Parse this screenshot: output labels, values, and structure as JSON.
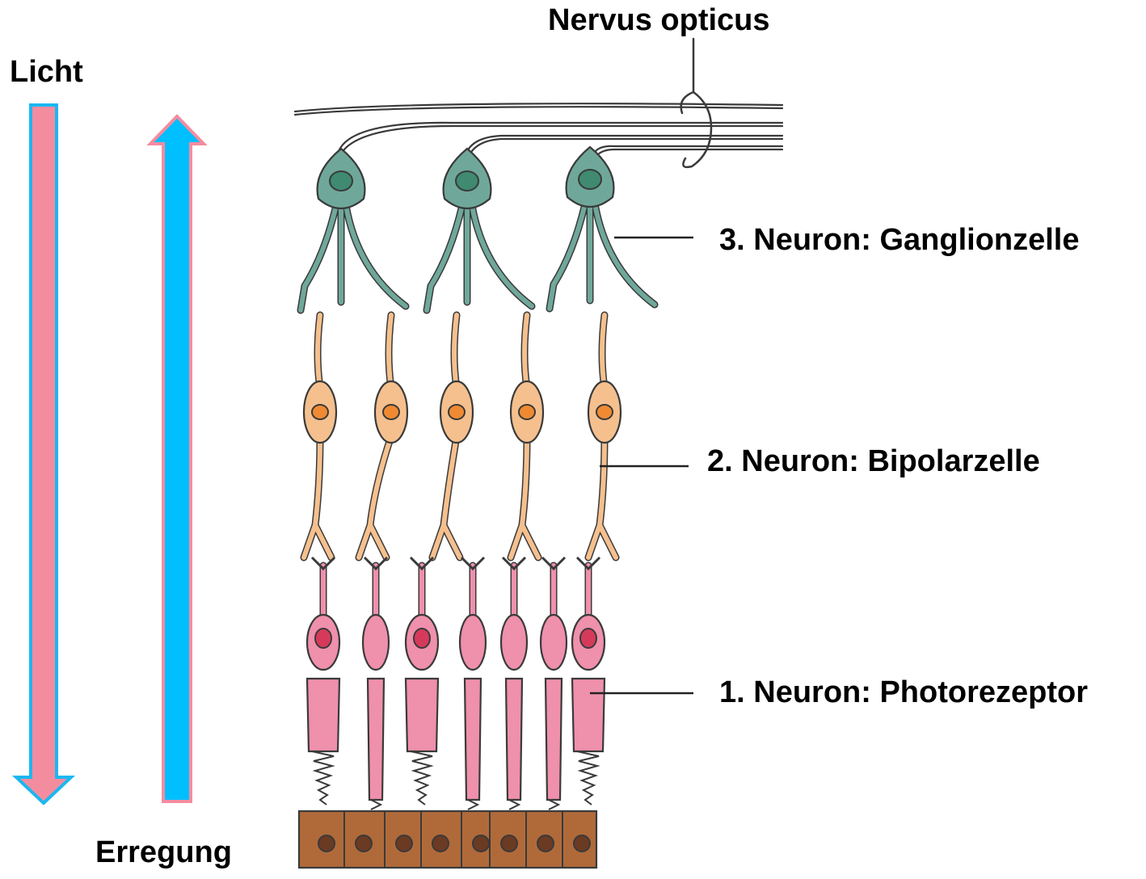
{
  "labels": {
    "nervus_opticus": "Nervus opticus",
    "licht": "Licht",
    "erregung": "Erregung",
    "neuron3": "3. Neuron: Ganglionzelle",
    "neuron2": "2. Neuron: Bipolarzelle",
    "neuron1": "1. Neuron: Photorezeptor"
  },
  "colors": {
    "licht_arrow_fill": "#f48ca0",
    "licht_arrow_border": "#1ab8f0",
    "erregung_arrow_fill": "#00bfff",
    "erregung_arrow_border": "#f48ca0",
    "ganglion": "#6fa89a",
    "bipolar": "#f5c08e",
    "bipolar_nucleus": "#ef8a33",
    "photoreceptor": "#ef90ac",
    "photoreceptor_nucleus": "#d63a5a",
    "epithelium": "#b06a3a",
    "outline": "#3a3a3a"
  },
  "icons": {
    "licht_arrow": "arrow-down-icon",
    "erregung_arrow": "arrow-up-icon"
  }
}
